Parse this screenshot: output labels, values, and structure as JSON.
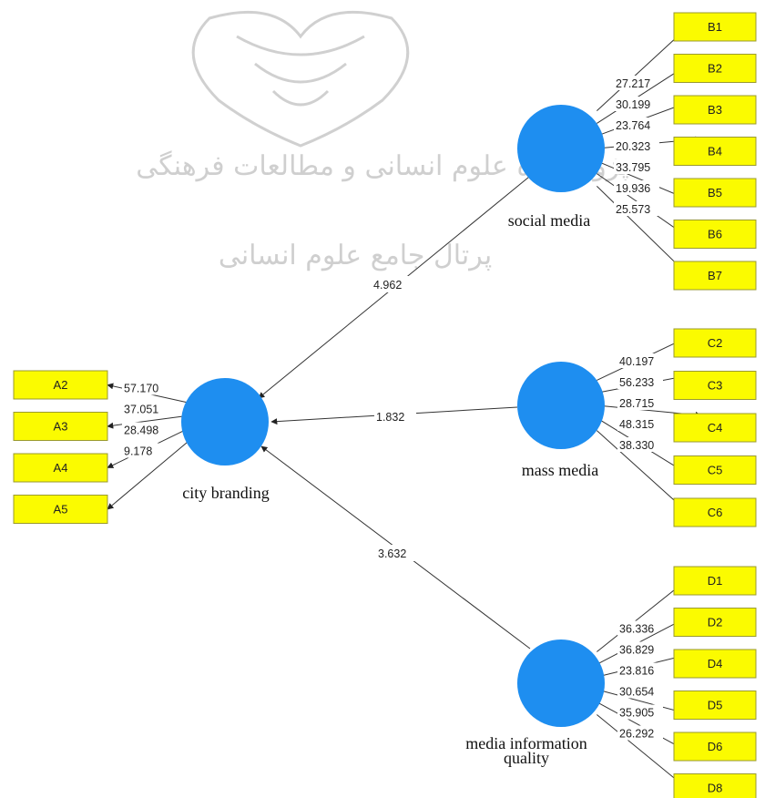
{
  "watermark": {
    "line1": "پژوهشگاه علوم انسانی و مطالعات فرهنگی",
    "line2": "پرتال جامع علوم انسانی"
  },
  "colors": {
    "indicator_fill": "#fbfb00",
    "latent_fill": "#1e8ef0"
  },
  "constructs": {
    "social_media": "social media",
    "mass_media": "mass media",
    "media_info_line1": "media information",
    "media_info_line2": "quality",
    "city_branding": "city branding"
  },
  "paths": {
    "social_to_city": "4.962",
    "mass_to_city": "1.832",
    "info_to_city": "3.632"
  },
  "indicators": {
    "B": [
      "B1",
      "B2",
      "B3",
      "B4",
      "B5",
      "B6",
      "B7"
    ],
    "C": [
      "C2",
      "C3",
      "C4",
      "C5",
      "C6"
    ],
    "D": [
      "D1",
      "D2",
      "D4",
      "D5",
      "D6",
      "D8"
    ],
    "A": [
      "A2",
      "A3",
      "A4",
      "A5"
    ]
  },
  "loadings": {
    "B": [
      "27.217",
      "30.199",
      "23.764",
      "20.323",
      "33.795",
      "19.936",
      "25.573"
    ],
    "C": [
      "40.197",
      "56.233",
      "28.715",
      "48.315",
      "38.330"
    ],
    "D": [
      "36.336",
      "36.829",
      "23.816",
      "30.654",
      "35.905",
      "26.292"
    ],
    "A": [
      "57.170",
      "37.051",
      "28.498",
      "9.178"
    ]
  }
}
